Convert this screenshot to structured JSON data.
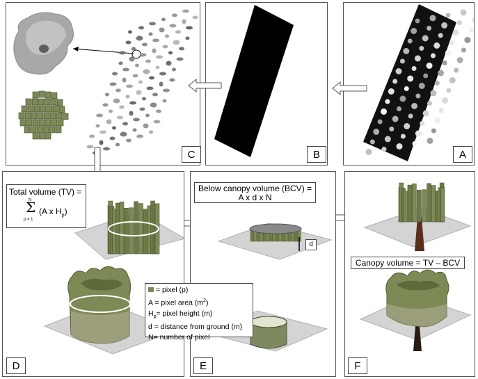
{
  "panels": {
    "A": {
      "label": "A"
    },
    "B": {
      "label": "B"
    },
    "C": {
      "label": "C"
    },
    "D": {
      "label": "D"
    },
    "E": {
      "label": "E"
    },
    "F": {
      "label": "F"
    }
  },
  "formulas": {
    "tv_title": "Total volume (TV) =",
    "tv_sum_top": "N",
    "tv_sum_bottom": "p = 1",
    "tv_expr_a": "(A x H",
    "tv_expr_sub": "p",
    "tv_expr_b": ")",
    "bcv_title": "Below canopy volume (BCV) =",
    "bcv_expr": "A x d x N",
    "canopy": "Canopy volume = TV – BCV",
    "d_label": "d"
  },
  "legend": {
    "pixel": "= pixel (p)",
    "area_a": "A = pixel area (m",
    "area_sup": "2",
    "area_b": ")",
    "height_a": "H",
    "height_sub": "p",
    "height_b": "= pixel height (m)",
    "distance": "d =  distance from ground (m)",
    "count": "N= number of pixel"
  },
  "colors": {
    "foliage": "#7d8a55",
    "foliage_dark": "#4f5a30",
    "ground": "#d4d4d4",
    "trunk": "#5a2e1a"
  }
}
